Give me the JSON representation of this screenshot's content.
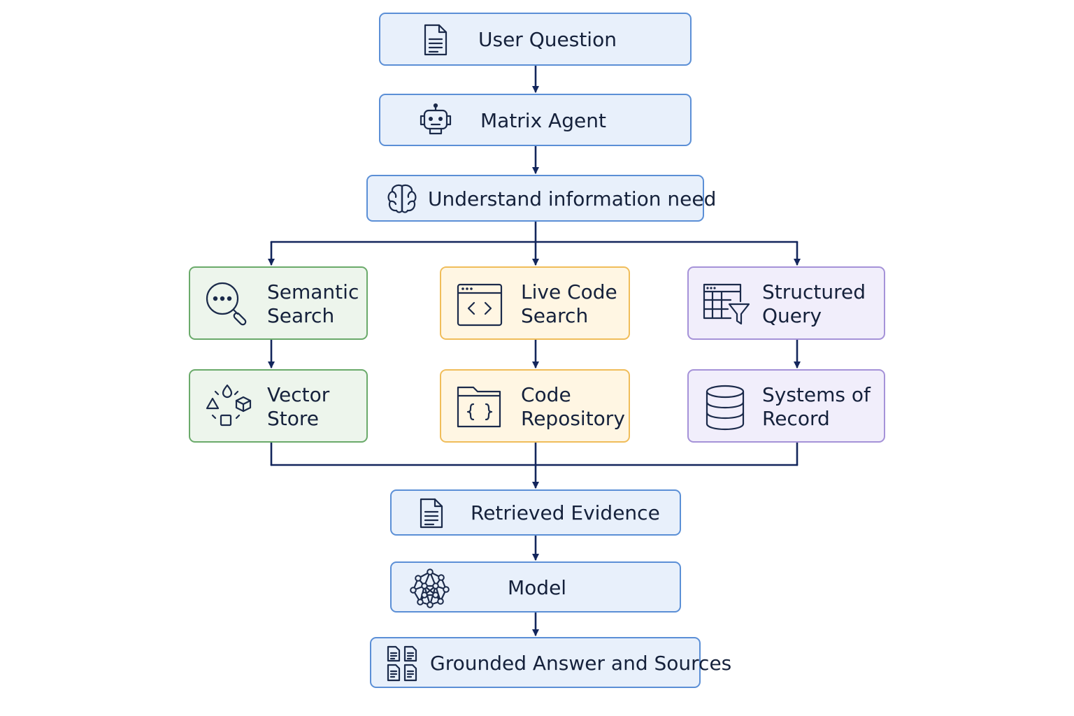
{
  "colors": {
    "connector": "#13265c",
    "blue_fill": "#e8f0fb",
    "blue_border": "#5b8fd6",
    "green_fill": "#edf5ec",
    "green_border": "#6aaa6a",
    "orange_fill": "#fff6e3",
    "orange_border": "#f0bd5a",
    "purple_fill": "#f1eefb",
    "purple_border": "#a592d8"
  },
  "nodes": {
    "user_question": {
      "label": "User Question",
      "icon": "document-icon"
    },
    "matrix_agent": {
      "label": "Matrix Agent",
      "icon": "robot-icon"
    },
    "understand": {
      "label": "Understand information need",
      "icon": "brain-icon"
    },
    "semantic_search": {
      "label": "Semantic\nSearch",
      "icon": "search-chat-icon"
    },
    "live_code_search": {
      "label": "Live Code\nSearch",
      "icon": "code-window-icon"
    },
    "structured_query": {
      "label": "Structured\nQuery",
      "icon": "table-filter-icon"
    },
    "vector_store": {
      "label": "Vector\nStore",
      "icon": "shapes-icon"
    },
    "code_repository": {
      "label": "Code\nRepository",
      "icon": "code-folder-icon"
    },
    "systems_of_record": {
      "label": "Systems of\nRecord",
      "icon": "database-icon"
    },
    "retrieved_evidence": {
      "label": "Retrieved Evidence",
      "icon": "document-icon"
    },
    "model": {
      "label": "Model",
      "icon": "network-icon"
    },
    "grounded_answer": {
      "label": "Grounded Answer and Sources",
      "icon": "documents-icon"
    }
  }
}
